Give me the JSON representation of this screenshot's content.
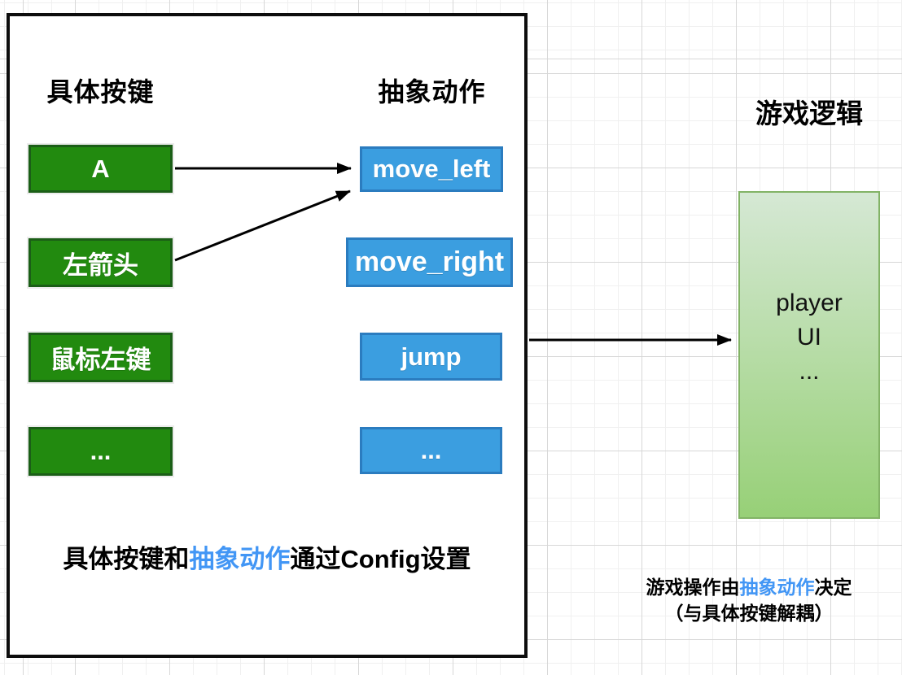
{
  "mapping_panel": {
    "left_header": "具体按键",
    "right_header": "抽象动作",
    "keys": [
      "A",
      "左箭头",
      "鼠标左键",
      "..."
    ],
    "actions": [
      "move_left",
      "move_right",
      "jump",
      "..."
    ],
    "caption": {
      "prefix": "具体按键和",
      "highlight": "抽象动作",
      "suffix": "通过Config设置"
    }
  },
  "game_logic": {
    "title": "游戏逻辑",
    "box_lines": [
      "player",
      "UI",
      "..."
    ],
    "caption_line1": {
      "prefix": "游戏操作由",
      "highlight": "抽象动作",
      "suffix": "决定"
    },
    "caption_line2": "（与具体按键解耦）"
  },
  "colors": {
    "key_box_fill": "#228a0f",
    "key_box_border": "#1b5e17",
    "action_box_fill": "#3b9ee0",
    "action_box_border": "#2b7cbf",
    "logic_box_top": "#d5e8d4",
    "logic_box_bottom": "#97d077",
    "logic_box_border": "#82b366",
    "highlight_text": "#4296f5",
    "arrow": "#000000"
  }
}
